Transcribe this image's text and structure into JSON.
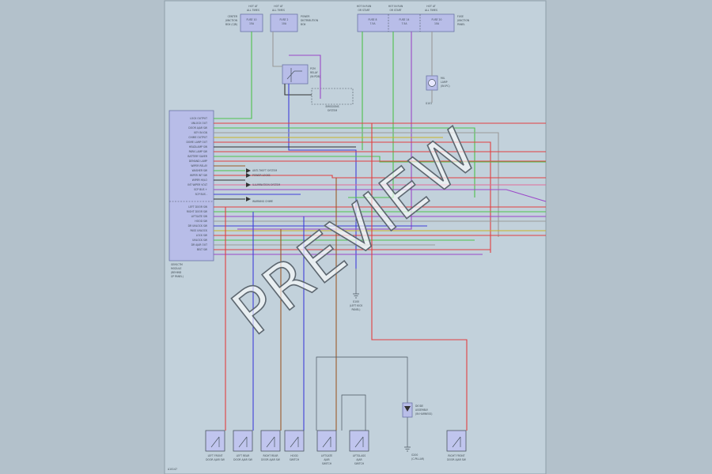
{
  "fuses": {
    "left": [
      "HOT AT",
      "ALL TIMES"
    ],
    "mid": [
      "HOT AT",
      "ALL TIMES"
    ],
    "right_a": [
      "HOT IN RUN",
      "OR START"
    ],
    "right_b": [
      "HOT IN RUN",
      "OR START"
    ],
    "right_c": [
      "HOT AT",
      "ALL TIMES"
    ],
    "left_box": [
      "FUSE 10",
      "15A"
    ],
    "mid_box": [
      "FUSE 2",
      "10A"
    ],
    "r1_box": [
      "FUSE 8",
      "7.5A"
    ],
    "r2_box": [
      "FUSE 14",
      "7.5A"
    ],
    "r3_box": [
      "FUSE 20",
      "10A"
    ],
    "left_desc": [
      "CENTER",
      "JUNCTION",
      "BOX (CJB)"
    ],
    "mid_desc": [
      "POWER",
      "DISTRIBUTION",
      "BOX"
    ],
    "right_desc": [
      "FUSE",
      "JUNCTION",
      "PANEL"
    ]
  },
  "relay": {
    "label": [
      "PCM",
      "RELAY",
      "(IN PDB)"
    ],
    "desc": [
      "EMISSIONS",
      "SYSTEM"
    ]
  },
  "lamp": {
    "label": [
      "MIL",
      "LAMP",
      "(IN IPC)"
    ],
    "ground": "G101"
  },
  "ecm": {
    "title": [
      "GEM/CTM",
      "MODULE",
      "(BEHIND",
      "I/P PANEL)"
    ],
    "top_pins": [
      "LOCK OUTPUT",
      "UNLOCK OUT",
      "DOOR AJAR SW",
      "KEY IN IGN",
      "CHIME OUTPUT",
      "DOME LAMP OUT",
      "HEADLAMP SW",
      "PARK LAMP SW",
      "BATTERY SAVER",
      "DEMAND LAMP",
      "WIPER RELAY",
      "WASHER SW",
      "WIPER INT SW",
      "WIPER HI/LO",
      "INT WIPER VOLT",
      "SCP BUS +",
      "SCP BUS -"
    ],
    "bottom_pins": [
      "LEFT DOOR SW",
      "RIGHT DOOR SW",
      "LIFTGATE SW",
      "HOOD SW",
      "DR UNLOCK SW",
      "PASS UNLOCK",
      "LOCK SW",
      "UNLOCK SW",
      "DR AJAR OUT",
      "BELT SW"
    ]
  },
  "annotations": {
    "a1": "ANTI-THEFT SYSTEM",
    "a2": "POWER LOCKS",
    "a3": "ILLUMINATION SYSTEM",
    "a4": "WARNING CHIME"
  },
  "ground_center": [
    "G100",
    "(LEFT KICK",
    "PANEL)"
  ],
  "ground_lower": [
    "G200",
    "(C-PILLAR)"
  ],
  "diode": [
    "DIODE",
    "ASSEMBLY",
    "(IN HARNESS)"
  ],
  "switches": [
    [
      "LEFT FRONT",
      "DOOR AJAR SW"
    ],
    [
      "LEFT REAR",
      "DOOR AJAR SW"
    ],
    [
      "RIGHT REAR",
      "DOOR AJAR SW"
    ],
    [
      "HOOD",
      "SWITCH"
    ],
    [
      "LIFTGATE",
      "AJAR",
      "SWITCH"
    ],
    [
      "LIFTGLASS",
      "AJAR",
      "SWITCH"
    ],
    [
      "RIGHT FRONT",
      "DOOR AJAR SW"
    ]
  ],
  "corner_note": "A10147",
  "watermark": "PREVIEW",
  "colors": {
    "green": "#4dc24d",
    "red": "#e14040",
    "blue": "#4040d9",
    "purple": "#9b48c8",
    "gray": "#9a9a9a",
    "black": "#333333",
    "pink": "#e06a9a",
    "brown": "#9c5a2a",
    "yellow": "#c9b42a"
  }
}
